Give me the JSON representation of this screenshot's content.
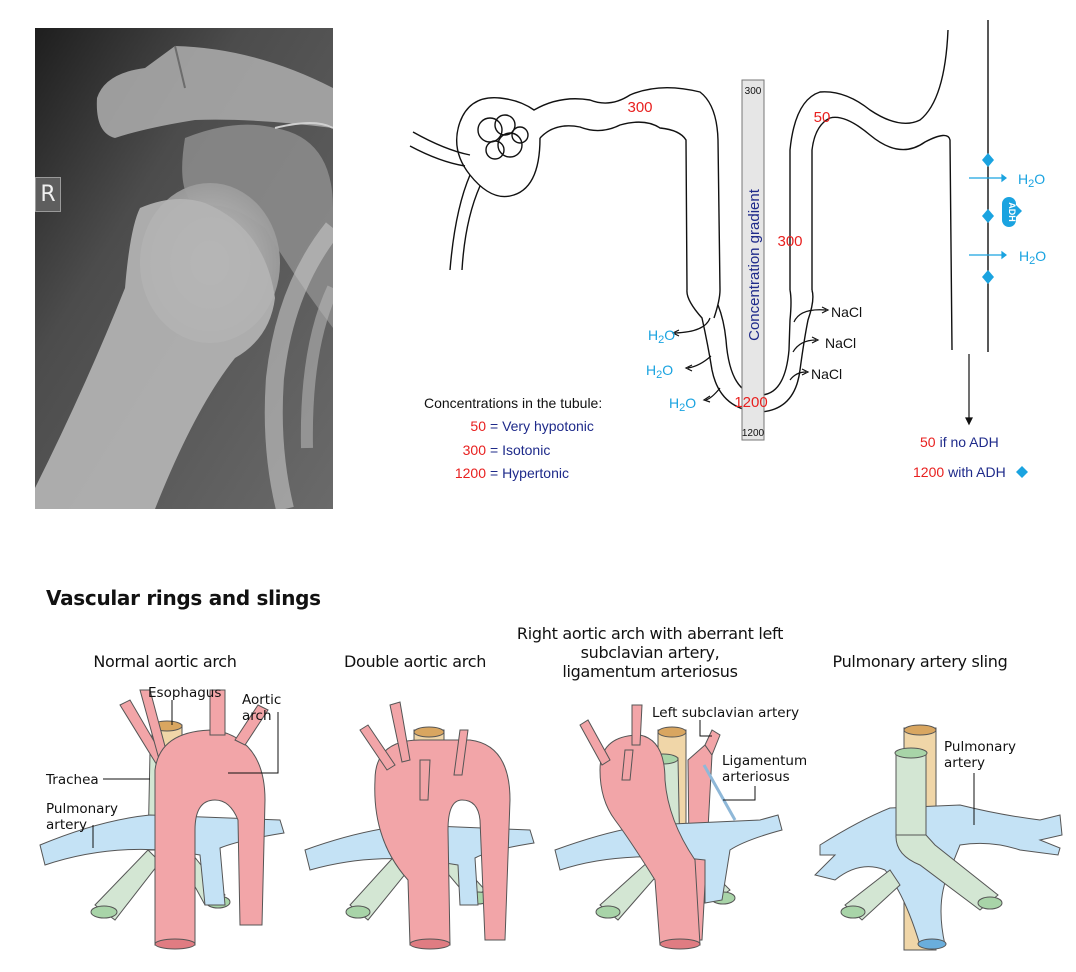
{
  "xray": {
    "side_marker": "R"
  },
  "nephron": {
    "concentrations": {
      "proximal": "300",
      "distal": "50",
      "ascending": "300",
      "loop_bottom": "1200"
    },
    "gradient_bar": {
      "top_value": "300",
      "bottom_value": "1200",
      "label": "Concentration gradient"
    },
    "water_labels": [
      "H2O",
      "H2O",
      "H2O"
    ],
    "salt_labels": [
      "NaCl",
      "NaCl",
      "NaCl"
    ],
    "collecting_duct": {
      "water_labels": [
        "H2O",
        "H2O"
      ],
      "hormone_label": "ADH",
      "outcome_no_adh_value": "50",
      "outcome_no_adh_text": "if no ADH",
      "outcome_adh_value": "1200",
      "outcome_adh_text": "with ADH"
    },
    "legend": {
      "title": "Concentrations in the tubule:",
      "items": [
        {
          "value": "50",
          "text": "= Very hypotonic"
        },
        {
          "value": "300",
          "text": "= Isotonic"
        },
        {
          "value": "1200",
          "text": "= Hypertonic"
        }
      ]
    },
    "colors": {
      "value_red": "#e8201f",
      "text_navy": "#1e2a8a",
      "water_cyan": "#1aa3e0"
    }
  },
  "vascular": {
    "title": "Vascular rings and slings",
    "panels": [
      {
        "title_lines": [
          "Normal aortic arch"
        ],
        "labels": [
          "Esophagus",
          "Aortic",
          "arch",
          "Trachea",
          "Pulmonary",
          "artery"
        ]
      },
      {
        "title_lines": [
          "Double aortic arch"
        ],
        "labels": []
      },
      {
        "title_lines": [
          "Right aortic arch with aberrant left",
          "subclavian artery,",
          "ligamentum arteriosus"
        ],
        "labels": [
          "Left subclavian artery",
          "Ligamentum",
          "arteriosus"
        ]
      },
      {
        "title_lines": [
          "Pulmonary artery sling"
        ],
        "labels": [
          "Pulmonary",
          "artery"
        ]
      }
    ],
    "colors": {
      "aorta": "#f2a5a8",
      "pulmonary": "#c4e2f5",
      "trachea": "#d3e6d3",
      "esophagus": "#f0d6a8"
    }
  }
}
